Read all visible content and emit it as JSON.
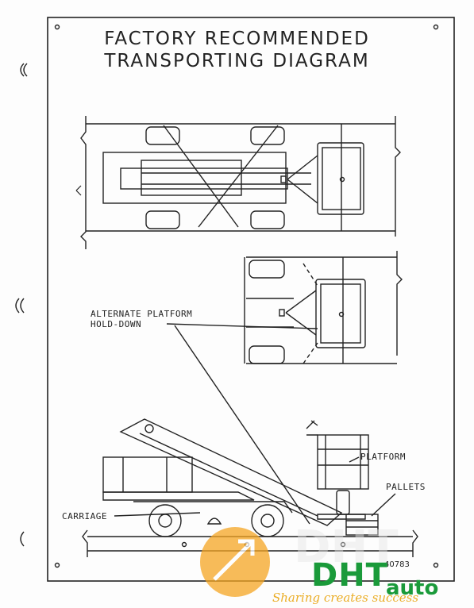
{
  "title": {
    "line1": "FACTORY  RECOMMENDED",
    "line2": "TRANSPORTING  DIAGRAM"
  },
  "labels": {
    "alternate_1": "ALTERNATE  PLATFORM",
    "alternate_2": "HOLD-DOWN",
    "platform": "PLATFORM",
    "pallets": "PALLETS",
    "carriage": "CARRIAGE"
  },
  "drawing_number": "40783",
  "watermark": {
    "brand_left": "DHT",
    "brand_right": "auto",
    "tagline": "Sharing creates success"
  }
}
